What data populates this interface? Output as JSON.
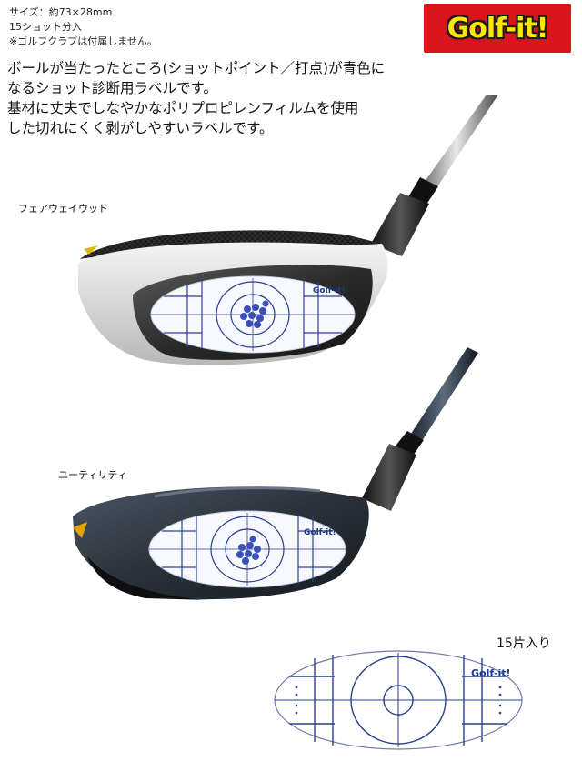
{
  "specs": {
    "size": "サイズ：約73×28mm",
    "shots": "15ショット分入",
    "note": "※ゴルフクラブは付属しません。"
  },
  "brand": {
    "logo_text": "Golf-it!",
    "label_brand": "Golf-it!",
    "red": "#d9151b",
    "yellow": "#ffe600",
    "label_blue": "#1e3a8a"
  },
  "description": {
    "line1": "ボールが当たったところ(ショットポイント／打点)が青色に",
    "line2": "なるショット診断用ラベルです。",
    "line3": "基材に丈夫でしなやかなポリプロピレンフィルムを使用",
    "line4": "した切れにくく剥がしやすいラベルです。"
  },
  "captions": {
    "fairway": "フェアウェイウッド",
    "utility": "ユーティリティ",
    "count": "15片入り"
  }
}
